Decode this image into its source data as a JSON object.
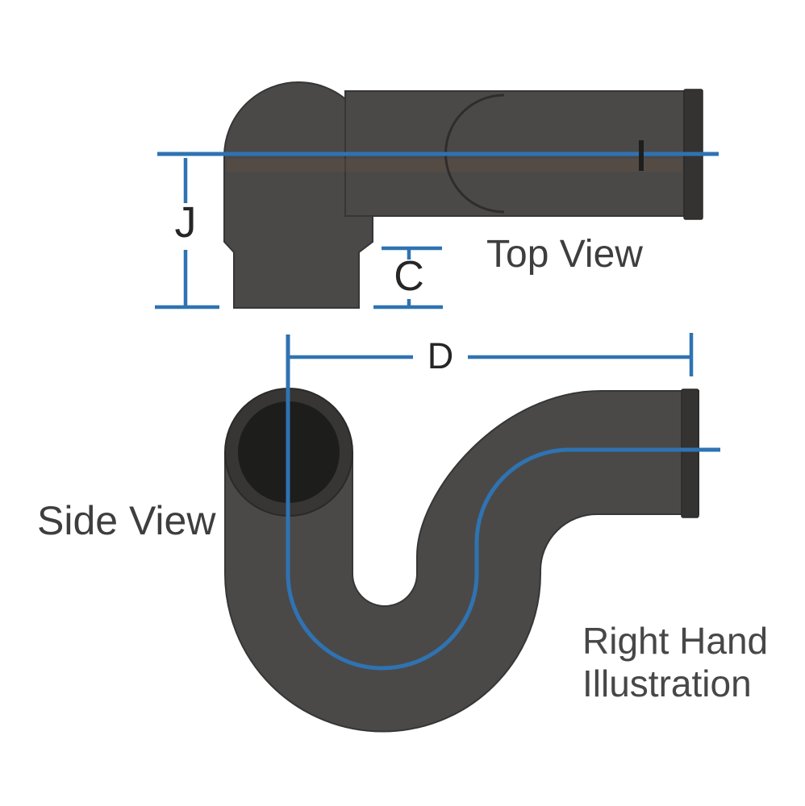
{
  "diagram": {
    "type": "technical-orthographic-diagram",
    "subject": "P-trap pipe fitting with dimension callouts",
    "views": {
      "top": {
        "label": "Top View"
      },
      "side": {
        "label": "Side View"
      },
      "note": {
        "line1": "Right Hand",
        "line2": "Illustration"
      }
    },
    "dimensions": {
      "j": {
        "label": "J"
      },
      "c": {
        "label": "C"
      },
      "d": {
        "label": "D"
      }
    },
    "colors": {
      "pipe_body": "#4a4948",
      "pipe_hub": "#343332",
      "inlet_ring": "#373635",
      "inlet_bore": "#1d1d1c",
      "centerline_blue": "#2f73b2",
      "view_label_text": "#3e3e3e",
      "note_text": "#474747",
      "dimension_letter_text": "#262626",
      "background": "#ffffff"
    }
  }
}
